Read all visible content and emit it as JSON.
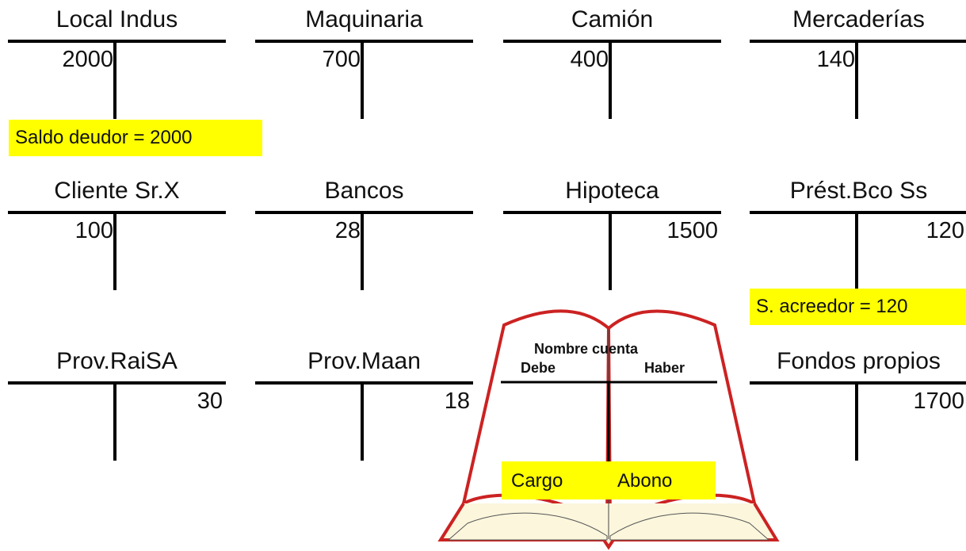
{
  "accounts": [
    {
      "name": "Local Indus",
      "debit": "2000",
      "credit": ""
    },
    {
      "name": "Maquinaria",
      "debit": "700",
      "credit": ""
    },
    {
      "name": "Camión",
      "debit": "400",
      "credit": ""
    },
    {
      "name": "Mercaderías",
      "debit": "140",
      "credit": ""
    },
    {
      "name": "Cliente Sr.X",
      "debit": "100",
      "credit": ""
    },
    {
      "name": "Bancos",
      "debit": "28",
      "credit": ""
    },
    {
      "name": "Hipoteca",
      "debit": "",
      "credit": "1500"
    },
    {
      "name": "Prést.Bco Ss",
      "debit": "",
      "credit": "120"
    },
    {
      "name": "Prov.RaiSA",
      "debit": "",
      "credit": "30"
    },
    {
      "name": "Prov.Maan",
      "debit": "",
      "credit": "18"
    },
    {
      "name": "Fondos propios",
      "debit": "",
      "credit": "1700"
    }
  ],
  "notes": {
    "debit_balance": "Saldo deudor = 2000",
    "credit_balance": "S. acreedor = 120"
  },
  "book": {
    "account_name": "Nombre cuenta",
    "debit_side": "Debe",
    "credit_side": "Haber",
    "charge_label": "Cargo",
    "credit_label": "Abono"
  },
  "colors": {
    "highlight": "#ffff00",
    "book_outline": "#cc2222",
    "book_page": "#fbf6dc"
  }
}
